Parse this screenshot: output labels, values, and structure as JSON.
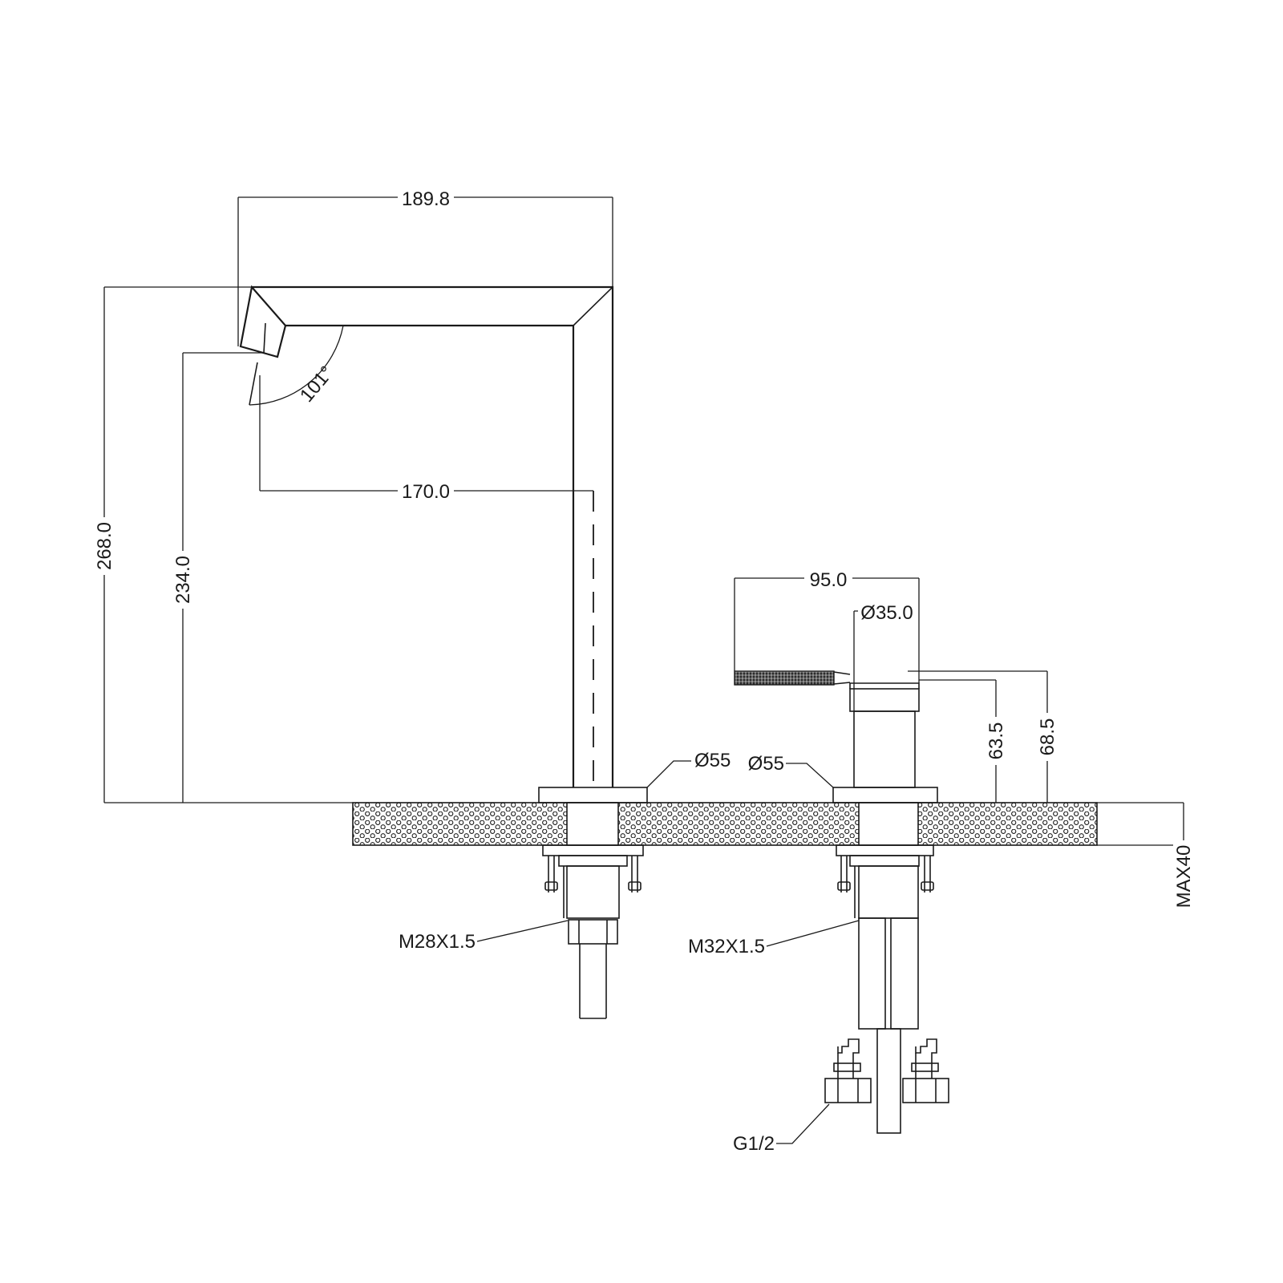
{
  "drawing": {
    "colors": {
      "line": "#1a1a1a",
      "background": "#ffffff",
      "grip": "#2b2b2b"
    },
    "dimensions": {
      "spout_width": "189.8",
      "spout_reach": "170.0",
      "total_height": "268.0",
      "outlet_height": "234.0",
      "outlet_angle": "101°",
      "handle_length": "95.0",
      "handle_body_diameter": "Ø35.0",
      "handle_height_low": "63.5",
      "handle_height_high": "68.5",
      "spout_base_diameter": "Ø55",
      "handle_base_diameter": "Ø55",
      "max_deck_thickness": "MAX40"
    },
    "threads": {
      "spout_thread": "M28X1.5",
      "handle_thread": "M32X1.5",
      "supply_connection": "G1/2"
    }
  }
}
